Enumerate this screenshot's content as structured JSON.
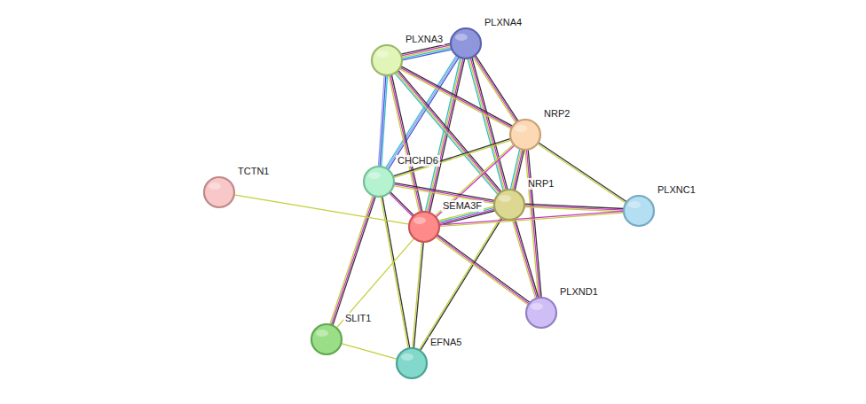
{
  "diagram": {
    "nodes": [
      {
        "text": [
          "PLXNA4"
        ]
      },
      {
        "text": [
          "PLXNA3"
        ]
      },
      {
        "text": [
          "NRP2"
        ]
      },
      {
        "text": [
          "CHCHD6"
        ]
      },
      {
        "text": [
          "TCTN1"
        ]
      },
      {
        "text": [
          "NRP1"
        ]
      },
      {
        "text": [
          "PLXNC1"
        ]
      },
      {
        "text": [
          "SEMA3F"
        ]
      },
      {
        "text": [
          "PLXND1"
        ]
      },
      {
        "text": [
          "SLIT1"
        ]
      },
      {
        "text": [
          "EFNA5"
        ]
      }
    ],
    "edges": [
      {
        "from": 1,
        "to": 0,
        "arrow": "none"
      },
      {
        "from": 0,
        "to": 2,
        "arrow": "none"
      },
      {
        "from": 0,
        "to": 5,
        "arrow": "none"
      },
      {
        "from": 0,
        "to": 3,
        "arrow": "none"
      },
      {
        "from": 0,
        "to": 7,
        "arrow": "none"
      },
      {
        "from": 1,
        "to": 2,
        "arrow": "none"
      },
      {
        "from": 1,
        "to": 5,
        "arrow": "none"
      },
      {
        "from": 1,
        "to": 3,
        "arrow": "none"
      },
      {
        "from": 1,
        "to": 7,
        "arrow": "none"
      },
      {
        "from": 2,
        "to": 5,
        "arrow": "none"
      },
      {
        "from": 2,
        "to": 3,
        "arrow": "none"
      },
      {
        "from": 2,
        "to": 7,
        "arrow": "none"
      },
      {
        "from": 2,
        "to": 6,
        "arrow": "none"
      },
      {
        "from": 2,
        "to": 8,
        "arrow": "none"
      },
      {
        "from": 3,
        "to": 5,
        "arrow": "none"
      },
      {
        "from": 3,
        "to": 7,
        "arrow": "none"
      },
      {
        "from": 3,
        "to": 9,
        "arrow": "none"
      },
      {
        "from": 3,
        "to": 10,
        "arrow": "none"
      },
      {
        "from": 4,
        "to": 7,
        "arrow": "none"
      },
      {
        "from": 5,
        "to": 7,
        "arrow": "none"
      },
      {
        "from": 5,
        "to": 6,
        "arrow": "none"
      },
      {
        "from": 5,
        "to": 8,
        "arrow": "none"
      },
      {
        "from": 5,
        "to": 10,
        "arrow": "none"
      },
      {
        "from": 7,
        "to": 6,
        "arrow": "none"
      },
      {
        "from": 7,
        "to": 8,
        "arrow": "none"
      },
      {
        "from": 7,
        "to": 9,
        "arrow": "none"
      },
      {
        "from": 7,
        "to": 10,
        "arrow": "none"
      },
      {
        "from": 9,
        "to": 10,
        "arrow": "none"
      }
    ]
  }
}
